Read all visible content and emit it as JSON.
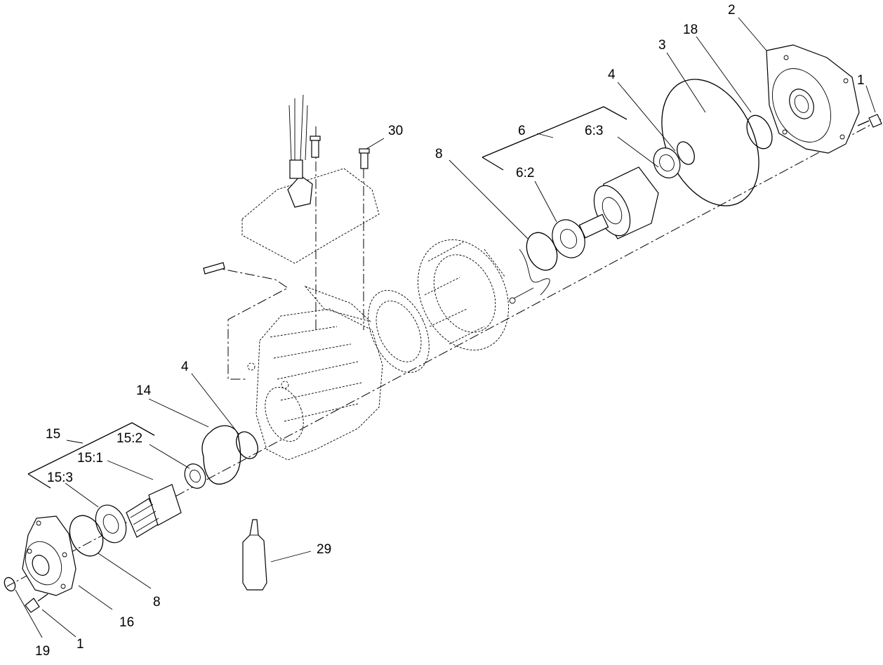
{
  "diagram": {
    "callouts": {
      "c1_top": "1",
      "c2": "2",
      "c3": "3",
      "c18": "18",
      "c4_top": "4",
      "c6": "6",
      "c6_3": "6:3",
      "c6_2": "6:2",
      "c8_top": "8",
      "c30": "30",
      "c4_mid": "4",
      "c14": "14",
      "c15": "15",
      "c15_2": "15:2",
      "c15_1": "15:1",
      "c15_3": "15:3",
      "c29": "29",
      "c8_bottom": "8",
      "c16": "16",
      "c1_bottom": "1",
      "c19": "19"
    }
  }
}
